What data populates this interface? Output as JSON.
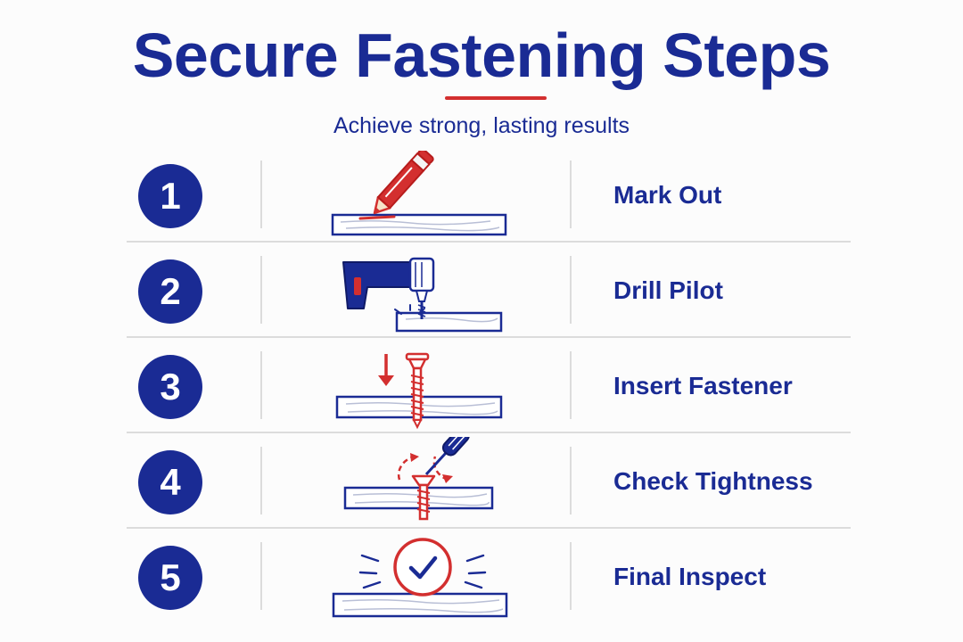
{
  "header": {
    "title": "Secure Fastening Steps",
    "subtitle": "Achieve strong, lasting results"
  },
  "steps": [
    {
      "number": "1",
      "label": "Mark Out",
      "icon": "pencil-marking-board-icon"
    },
    {
      "number": "2",
      "label": "Drill Pilot",
      "icon": "drill-pilot-hole-icon"
    },
    {
      "number": "3",
      "label": "Insert Fastener",
      "icon": "screw-insert-icon"
    },
    {
      "number": "4",
      "label": "Check Tightness",
      "icon": "screwdriver-tighten-icon"
    },
    {
      "number": "5",
      "label": "Final Inspect",
      "icon": "checkmark-inspect-icon"
    }
  ],
  "colors": {
    "primary": "#1a2b94",
    "accent": "#d32f2f",
    "divider": "#dcdcdc"
  }
}
